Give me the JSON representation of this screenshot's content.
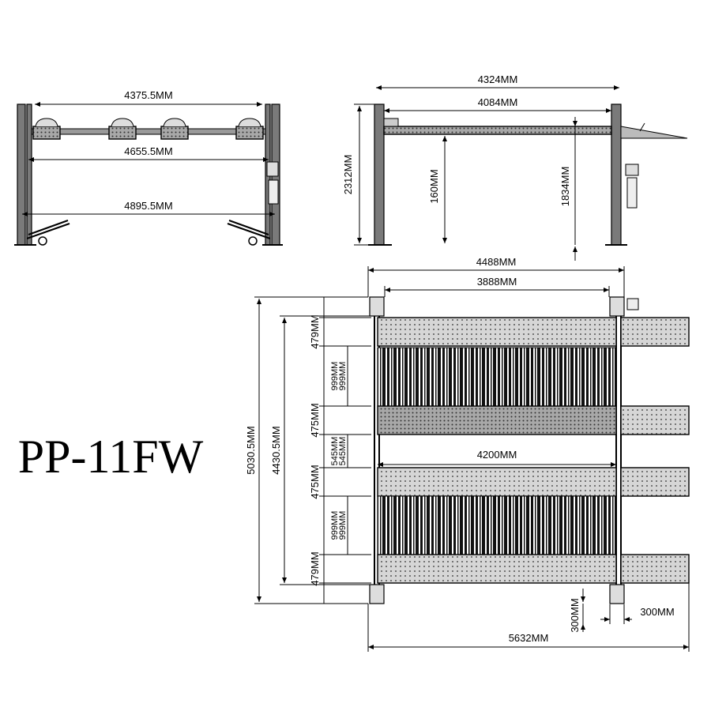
{
  "model": "PP-11FW",
  "colors": {
    "line": "#000000",
    "post": "#7a7a7a",
    "plate": "#bdbdbd",
    "background": "#ffffff"
  },
  "front_view": {
    "dim_top": "4375.5MM",
    "dim_mid": "4655.5MM",
    "dim_bottom": "4895.5MM"
  },
  "side_view": {
    "dim_outer": "4324MM",
    "dim_inner": "4084MM",
    "dim_height": "2312MM",
    "dim_low": "160MM",
    "dim_lift": "1834MM"
  },
  "top_view": {
    "dim_total_width": "4488MM",
    "dim_inner_width": "3888MM",
    "dim_runway_length": "4200MM",
    "dim_total_length": "5632MM",
    "dim_post_offset_v": "300MM",
    "dim_post_offset_h": "300MM",
    "dim_total_depth": "5030.5MM",
    "dim_inner_depth": "4430.5MM",
    "left_dims": [
      "479MM",
      "999MM",
      "999MM",
      "475MM",
      "545MM",
      "545MM",
      "475MM",
      "999MM",
      "999MM",
      "479MM"
    ]
  }
}
